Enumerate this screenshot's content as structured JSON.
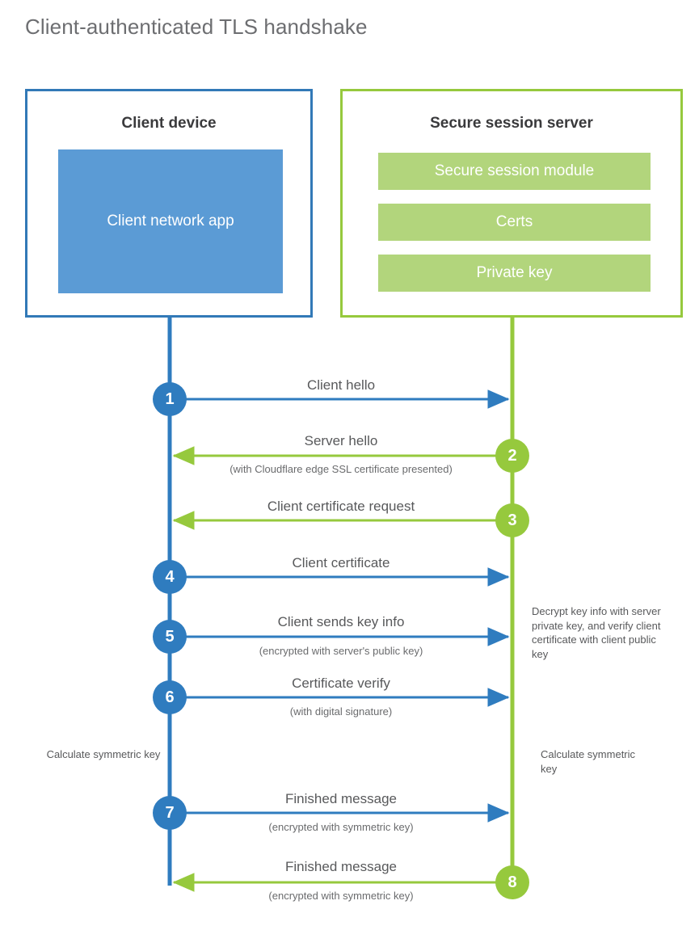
{
  "title": "Client-authenticated TLS handshake",
  "colors": {
    "client_accent": "#2f7cbf",
    "client_border": "#3279b7",
    "client_app_fill": "#5b9bd5",
    "server_accent": "#96c93d",
    "server_border": "#96c93d",
    "server_block_fill": "#b2d57c",
    "text": "#58595b",
    "title_text": "#6d6e71",
    "background": "#ffffff"
  },
  "actors": {
    "client": {
      "title": "Client device",
      "blocks": [
        {
          "label": "Client network app"
        }
      ]
    },
    "server": {
      "title": "Secure session server",
      "blocks": [
        {
          "label": "Secure session module"
        },
        {
          "label": "Certs"
        },
        {
          "label": "Private key"
        }
      ]
    }
  },
  "steps": [
    {
      "number": "1",
      "label": "Client hello",
      "sublabel": "",
      "direction": "client-to-server",
      "origin": "client"
    },
    {
      "number": "2",
      "label": "Server hello",
      "sublabel": "(with Cloudflare edge SSL certificate presented)",
      "direction": "server-to-client",
      "origin": "server"
    },
    {
      "number": "3",
      "label": "Client certificate request",
      "sublabel": "",
      "direction": "server-to-client",
      "origin": "server"
    },
    {
      "number": "4",
      "label": "Client certificate",
      "sublabel": "",
      "direction": "client-to-server",
      "origin": "client"
    },
    {
      "number": "5",
      "label": "Client sends key info",
      "sublabel": "(encrypted with server's public key)",
      "direction": "client-to-server",
      "origin": "client"
    },
    {
      "number": "6",
      "label": "Certificate verify",
      "sublabel": "(with digital signature)",
      "direction": "client-to-server",
      "origin": "client"
    },
    {
      "number": "7",
      "label": "Finished message",
      "sublabel": "(encrypted with symmetric key)",
      "direction": "client-to-server",
      "origin": "client"
    },
    {
      "number": "8",
      "label": "Finished message",
      "sublabel": "(encrypted with symmetric key)",
      "direction": "server-to-client",
      "origin": "server"
    }
  ],
  "annotations": {
    "server_decrypt": "Decrypt key info with server private key, and verify client certificate with client public key",
    "client_calculate": "Calculate symmetric key",
    "server_calculate": "Calculate symmetric key"
  }
}
